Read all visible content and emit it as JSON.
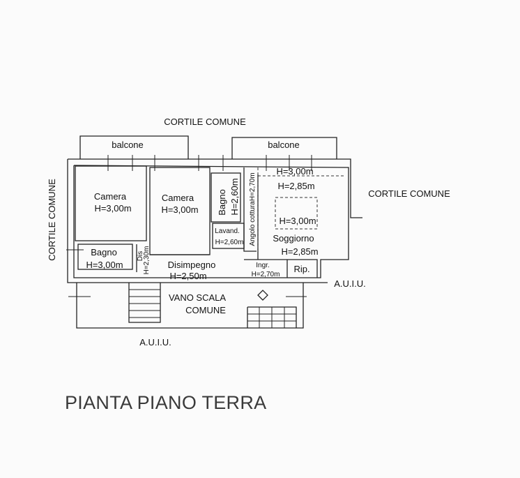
{
  "plan": {
    "title": "PIANTA PIANO TERRA",
    "surroundings": {
      "cortile_top": "CORTILE COMUNE",
      "cortile_right": "CORTILE COMUNE",
      "cortile_left": "CORTILE COMUNE",
      "auiu_right": "A.U.I.U.",
      "auiu_bottom": "A.U.I.U."
    },
    "rooms": {
      "balcone_left": "balcone",
      "balcone_right": "balcone",
      "camera1": {
        "name": "Camera",
        "height": "H=3,00m"
      },
      "camera2": {
        "name": "Camera",
        "height": "H=3,00m"
      },
      "bagno_small": {
        "name": "Bagno",
        "height": "H=2,60m"
      },
      "angolo_cottura": "Angolo cotturaH=2,70m",
      "soggiorno": {
        "name": "Soggiorno",
        "height": "H=2,85m",
        "h_top1": "H=3,00m",
        "h_top2": "H=2,85m",
        "h_center": "H=3,00m"
      },
      "bagno": {
        "name": "Bagno",
        "height": "H=3,00m"
      },
      "dis": {
        "name": "Dis",
        "height": "H=2,30m"
      },
      "lavand": {
        "name": "Lavand.",
        "height": "H=2,60m"
      },
      "disimpegno": {
        "name": "Disimpegno",
        "height": "H=2,50m"
      },
      "ingr": {
        "name": "Ingr.",
        "height": "H=2,70m"
      },
      "rip": "Rip.",
      "vano_scala": {
        "line1": "VANO SCALA",
        "line2": "COMUNE"
      }
    }
  }
}
